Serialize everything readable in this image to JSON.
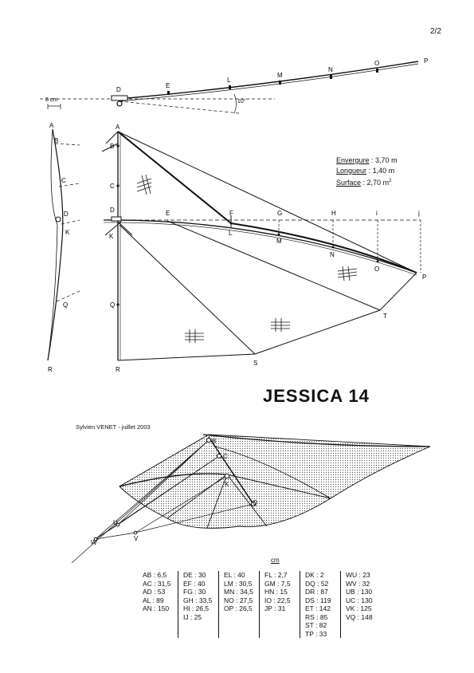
{
  "page_number": "2/2",
  "title": "JESSICA  14",
  "author": "Sylvien VENET - juillet 2003",
  "specs": [
    {
      "label": "Envergure",
      "value": ": 3,70 m"
    },
    {
      "label": "Longueur",
      "value": ": 1,40 m"
    },
    {
      "label": "Surface",
      "value": ": 2,70 m",
      "sup": "2"
    }
  ],
  "dimension_label": "8 cm",
  "angle_label": "10°",
  "unit_label": "cm",
  "front_view_points": [
    "D",
    "E",
    "L",
    "M",
    "N",
    "O",
    "P"
  ],
  "side_view_points": [
    "A",
    "B",
    "C",
    "D",
    "K",
    "Q",
    "R"
  ],
  "plan_view_points": [
    "A",
    "B",
    "C",
    "D",
    "K",
    "Q",
    "R",
    "E",
    "F",
    "L",
    "G",
    "M",
    "H",
    "N",
    "i",
    "O",
    "j",
    "P",
    "T",
    "S"
  ],
  "perspective_points": [
    "B",
    "C",
    "K",
    "Q",
    "U",
    "W",
    "V"
  ],
  "measurements": [
    [
      "AB : 6,5",
      "AC : 31,5",
      "AD : 53",
      "AL : 89",
      "AN : 150"
    ],
    [
      "DE : 30",
      "EF : 40",
      "FG : 30",
      "GH : 33,5",
      "HI : 26,5",
      "IJ : 25"
    ],
    [
      "EL : 40",
      "LM : 30,5",
      "MN : 34,5",
      "NO : 27,5",
      "OP : 26,5"
    ],
    [
      "FL : 2,7",
      "GM : 7,5",
      "HN : 15",
      "IO : 22,5",
      "JP : 31"
    ],
    [
      "DK : 2",
      "DQ : 52",
      "DR : 87",
      "DS : 119",
      "ET : 142",
      "RS : 85",
      "ST : 82",
      "TP : 33"
    ],
    [
      "WU : 23",
      "WV : 32",
      "UB : 130",
      "UC : 130",
      "VK : 125",
      "VQ : 148"
    ]
  ]
}
